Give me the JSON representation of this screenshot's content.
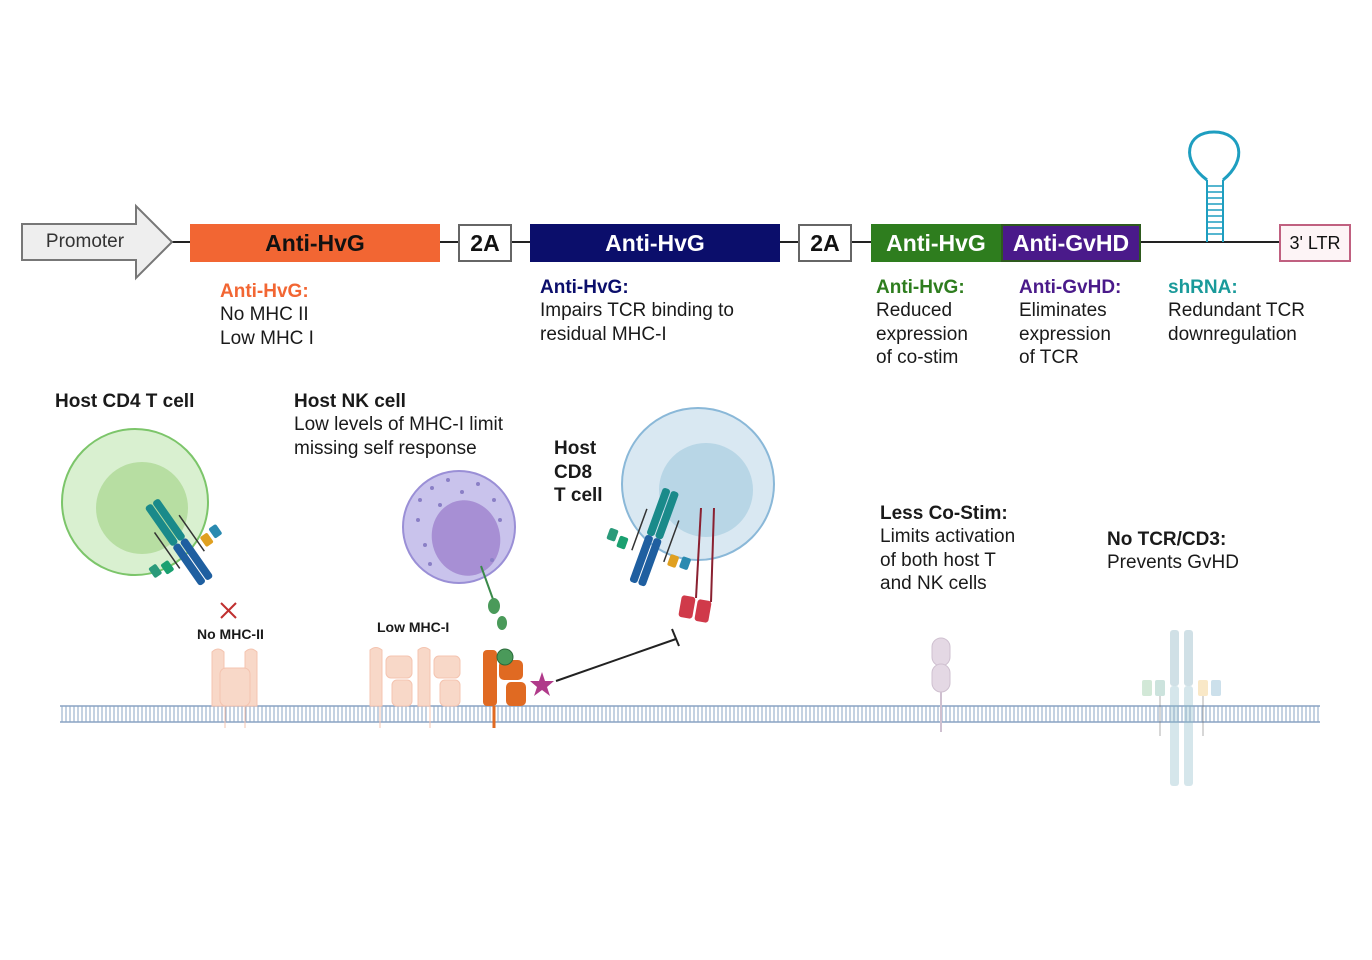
{
  "construct": {
    "promoter": "Promoter",
    "box1": "Anti-HvG",
    "linker1": "2A",
    "box2": "Anti-HvG",
    "linker2": "2A",
    "box3": "Anti-HvG",
    "box4": "Anti-GvHD",
    "ltr": "3' LTR"
  },
  "annotations": {
    "a1": {
      "title": "Anti-HvG:",
      "body": "No MHC II\nLow MHC I"
    },
    "a2": {
      "title": "Anti-HvG:",
      "body": "Impairs TCR binding to\nresidual MHC-I"
    },
    "a3": {
      "title": "Anti-HvG:",
      "body": "Reduced\nexpression\nof co-stim"
    },
    "a4": {
      "title": "Anti-GvHD:",
      "body": "Eliminates\nexpression\nof TCR"
    },
    "a5": {
      "title": "shRNA:",
      "body": "Redundant TCR\ndownregulation"
    }
  },
  "cells": {
    "cd4": {
      "title": "Host CD4 T cell"
    },
    "nk": {
      "title": "Host NK cell",
      "body": "Low levels of MHC-I limit\nmissing self response"
    },
    "cd8": {
      "title": "Host\nCD8\nT cell"
    },
    "costim": {
      "title": "Less Co-Stim:",
      "body": "Limits activation\nof both host T\nand NK cells"
    },
    "tcr": {
      "title": "No TCR/CD3:",
      "body": "Prevents GvHD"
    }
  },
  "markers": {
    "no_mhc2": "No MHC-II",
    "low_mhc1": "Low MHC-I"
  },
  "colors": {
    "orange": "#f26633",
    "navy": "#0b0e6b",
    "green": "#2e7d1e",
    "purple": "#4a1a8a",
    "teal": "#1a9a9a",
    "ltr_border": "#c06080"
  }
}
